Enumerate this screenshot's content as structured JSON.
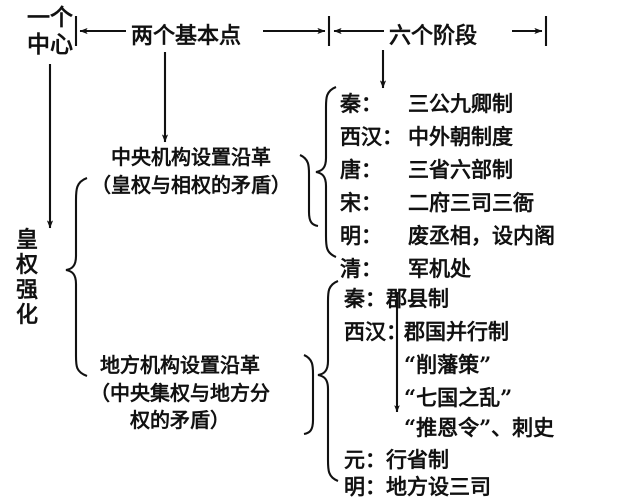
{
  "diagram": {
    "title_center": "一个\n中心",
    "header": {
      "two_basic_points": "两个基本点",
      "six_stages": "六个阶段"
    },
    "center_node": {
      "label": "皇权强化"
    },
    "branches": [
      {
        "name": "central",
        "title": "中央机构设置沿革",
        "subtitle": "（皇权与相权的矛盾）",
        "entries": [
          {
            "dynasty": "秦：",
            "value": "三公九卿制"
          },
          {
            "dynasty": "西汉：",
            "value": "中外朝制度"
          },
          {
            "dynasty": "唐：",
            "value": "三省六部制"
          },
          {
            "dynasty": "宋：",
            "value": "二府三司三衙"
          },
          {
            "dynasty": "明：",
            "value": "废丞相，设内阁"
          },
          {
            "dynasty": "清：",
            "value": "军机处"
          }
        ]
      },
      {
        "name": "local",
        "title": "地方机构设置沿革",
        "subtitle": "（中央集权与地方分\n权的矛盾）",
        "entries": [
          {
            "dynasty": "秦：",
            "value": "郡县制"
          },
          {
            "dynasty": "西汉：",
            "value": "郡国并行制"
          },
          {
            "dynasty": "",
            "value": "“削藩策”"
          },
          {
            "dynasty": "",
            "value": "“七国之乱”"
          },
          {
            "dynasty": "",
            "value": "“推恩令”、刺史"
          },
          {
            "dynasty": "元：",
            "value": "行省制"
          },
          {
            "dynasty": "明：",
            "value": "地方设三司"
          }
        ]
      }
    ],
    "colors": {
      "ink": "#111111",
      "background": "#ffffff"
    }
  }
}
